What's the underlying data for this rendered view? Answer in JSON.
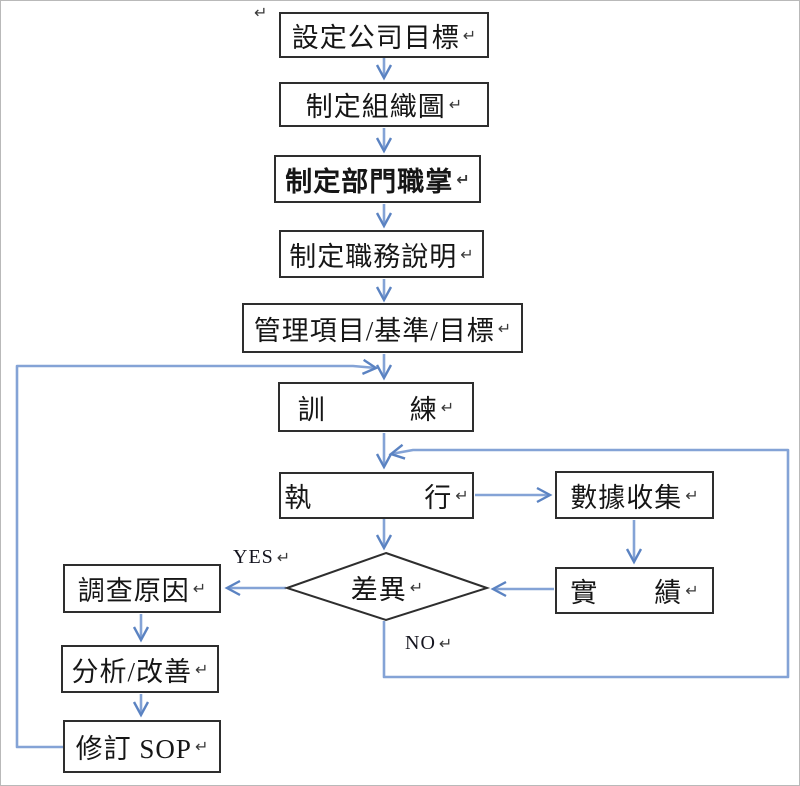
{
  "colors": {
    "line_blue": "#84a3d6",
    "arrow_blue": "#5b83c2",
    "box_border": "#2e2e2e",
    "text": "#161616"
  },
  "pilcrow": "↵",
  "labels": {
    "yes": "YES",
    "no": "NO"
  },
  "nodes": [
    {
      "id": "set-company-goals",
      "label": "設定公司目標"
    },
    {
      "id": "create-org-chart",
      "label": "制定組織圖"
    },
    {
      "id": "define-dept-duties",
      "label": "制定部門職掌"
    },
    {
      "id": "create-job-desc",
      "label": "制定職務說明"
    },
    {
      "id": "mgmt-items",
      "label": "管理項目/基準/目標"
    },
    {
      "id": "training",
      "label": "訓　　　練"
    },
    {
      "id": "execute",
      "label": "執　　　　行"
    },
    {
      "id": "data-collection",
      "label": "數據收集"
    },
    {
      "id": "actual-results",
      "label": "實　　績"
    },
    {
      "id": "difference-decision",
      "label": "差異"
    },
    {
      "id": "investigate-cause",
      "label": "調查原因"
    },
    {
      "id": "analyze-improve",
      "label": "分析/改善"
    },
    {
      "id": "revise-sop",
      "label": "修訂 SOP"
    }
  ]
}
